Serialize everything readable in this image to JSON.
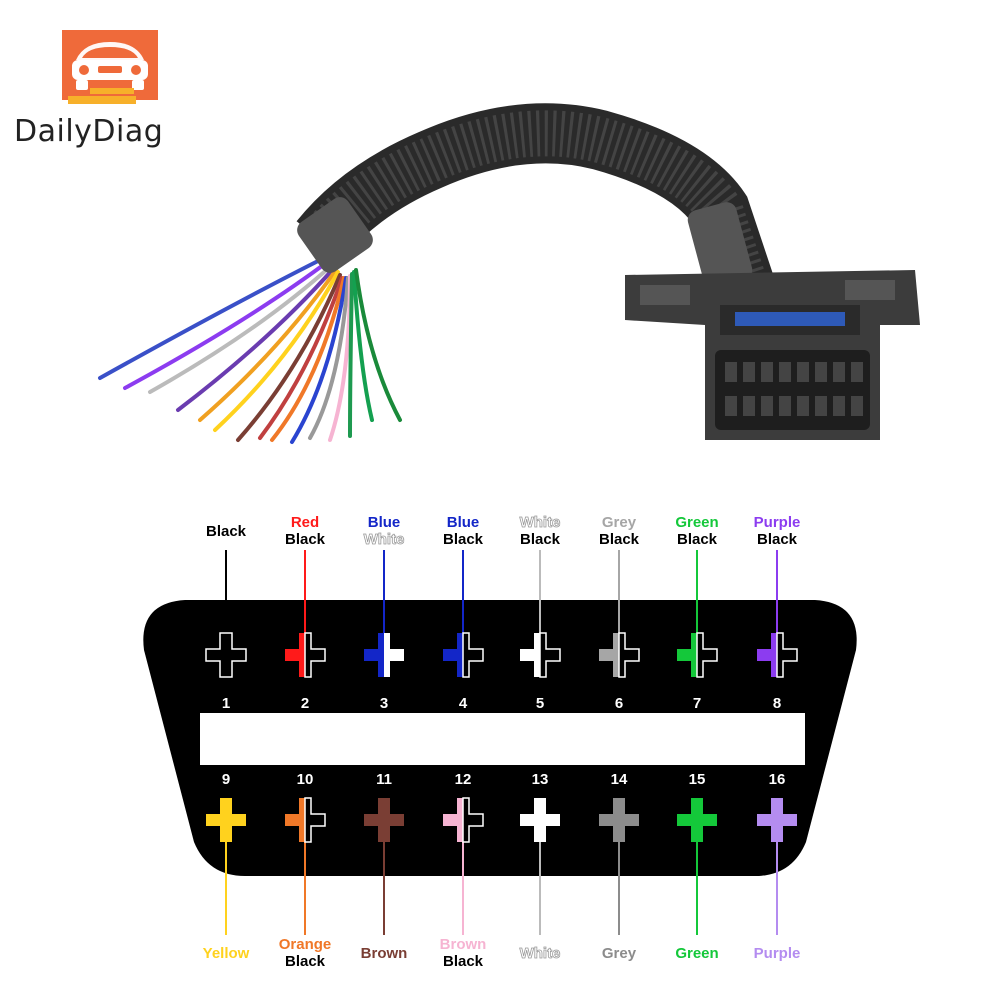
{
  "brand": {
    "name": "DailyDiag",
    "logo_icon": "car-logo-icon",
    "accent": "#ef6a3a"
  },
  "product": {
    "icon": "obd2-extension-cable-photo-icon"
  },
  "connector": {
    "top_pins": [
      {
        "number": "1",
        "labels": [
          "Black"
        ],
        "colors": [
          "#000000"
        ]
      },
      {
        "number": "2",
        "labels": [
          "Red",
          "Black"
        ],
        "colors": [
          "#ff1a1a",
          "#000000"
        ]
      },
      {
        "number": "3",
        "labels": [
          "Blue",
          "White"
        ],
        "colors": [
          "#1326c8",
          "#ffffff"
        ]
      },
      {
        "number": "4",
        "labels": [
          "Blue",
          "Black"
        ],
        "colors": [
          "#1326c8",
          "#000000"
        ]
      },
      {
        "number": "5",
        "labels": [
          "White",
          "Black"
        ],
        "colors": [
          "#ffffff",
          "#000000"
        ]
      },
      {
        "number": "6",
        "labels": [
          "Grey",
          "Black"
        ],
        "colors": [
          "#a6a6a6",
          "#000000"
        ]
      },
      {
        "number": "7",
        "labels": [
          "Green",
          "Black"
        ],
        "colors": [
          "#14c83a",
          "#000000"
        ]
      },
      {
        "number": "8",
        "labels": [
          "Purple",
          "Black"
        ],
        "colors": [
          "#8c3cf0",
          "#000000"
        ]
      }
    ],
    "bottom_pins": [
      {
        "number": "9",
        "labels": [
          "Yellow"
        ],
        "colors": [
          "#ffd21e"
        ]
      },
      {
        "number": "10",
        "labels": [
          "Orange",
          "Black"
        ],
        "colors": [
          "#f07828",
          "#000000"
        ]
      },
      {
        "number": "11",
        "labels": [
          "Brown"
        ],
        "colors": [
          "#7a3e34"
        ]
      },
      {
        "number": "12",
        "labels": [
          "Brown",
          "Black"
        ],
        "colors": [
          "#f6b4d2",
          "#000000"
        ]
      },
      {
        "number": "13",
        "labels": [
          "White"
        ],
        "colors": [
          "#ffffff"
        ]
      },
      {
        "number": "14",
        "labels": [
          "Grey"
        ],
        "colors": [
          "#8c8c8c"
        ]
      },
      {
        "number": "15",
        "labels": [
          "Green"
        ],
        "colors": [
          "#14c83a"
        ]
      },
      {
        "number": "16",
        "labels": [
          "Purple"
        ],
        "colors": [
          "#b48cf0"
        ]
      }
    ]
  }
}
